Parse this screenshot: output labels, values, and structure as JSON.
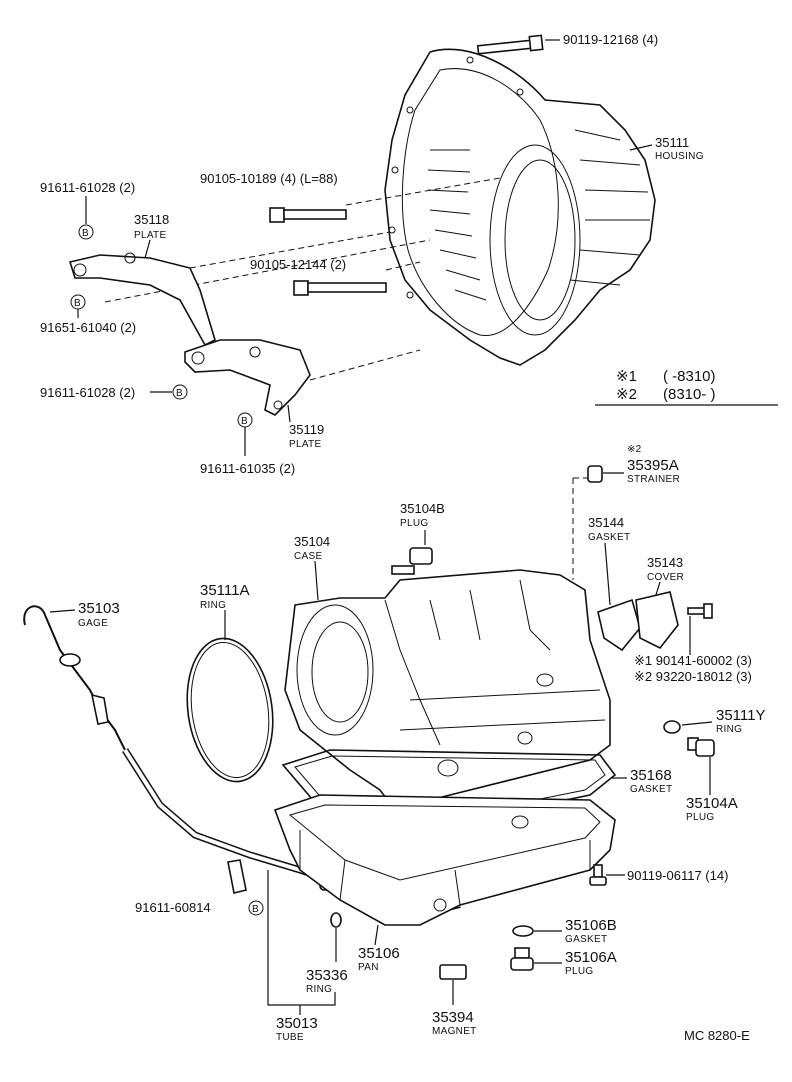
{
  "labels": {
    "p90119_12168": "90119-12168 (4)",
    "p35111": "35111",
    "n35111": "HOUSING",
    "p90105_10189": "90105-10189 (4) (L=88)",
    "p91611_61028_a": "91611-61028 (2)",
    "p35118": "35118",
    "n35118": "PLATE",
    "p90105_12144": "90105-12144 (2)",
    "p91651_61040": "91651-61040 (2)",
    "p91611_61028_b": "91611-61028 (2)",
    "p35119": "35119",
    "n35119": "PLATE",
    "p91611_61035": "91611-61035 (2)",
    "note1_mark": "※1",
    "note1_range": "(       -8310)",
    "note2_mark": "※2",
    "note2_range": "(8310-       )",
    "strainer_mark": "※2",
    "p35395A": "35395A",
    "n35395A": "STRAINER",
    "p35104B": "35104B",
    "n35104B": "PLUG",
    "p35104": "35104",
    "n35104": "CASE",
    "p35144": "35144",
    "n35144": "GASKET",
    "p35143": "35143",
    "n35143": "COVER",
    "p35111A": "35111A",
    "n35111A": "RING",
    "p35103": "35103",
    "n35103": "GAGE",
    "p90141_60002": "※1 90141-60002 (3)",
    "p93220_18012": "※2 93220-18012 (3)",
    "p35111Y": "35111Y",
    "n35111Y": "RING",
    "p35168": "35168",
    "n35168": "GASKET",
    "p35104A": "35104A",
    "n35104A": "PLUG",
    "p90119_06117": "90119-06117 (14)",
    "p91611_60814": "91611-60814",
    "p35106B": "35106B",
    "n35106B": "GASKET",
    "p35106": "35106",
    "n35106": "PAN",
    "p35106A": "35106A",
    "n35106A": "PLUG",
    "p35336": "35336",
    "n35336": "RING",
    "p35394": "35394",
    "n35394": "MAGNET",
    "p35013": "35013",
    "n35013": "TUBE",
    "code": "MC 8280-E",
    "b_marker": "B"
  }
}
